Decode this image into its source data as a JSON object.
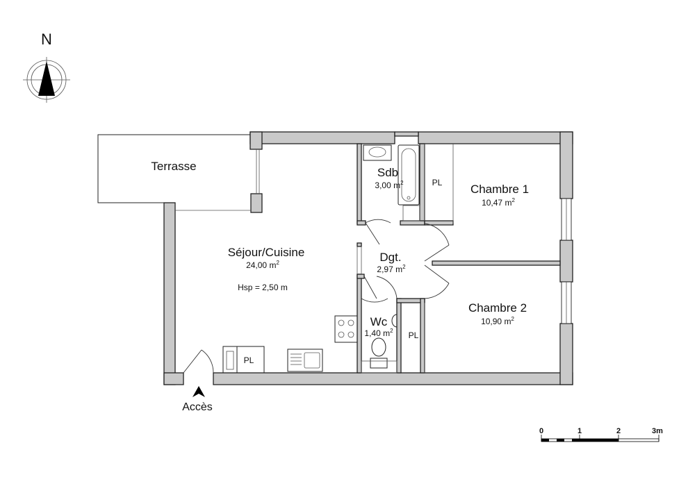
{
  "compass": {
    "north_label": "N"
  },
  "rooms": {
    "terrasse": {
      "name": "Terrasse"
    },
    "sejour": {
      "name": "Séjour/Cuisine",
      "area": "24,00",
      "unit": "m",
      "sup": "2",
      "height_note": "Hsp = 2,50 m"
    },
    "sdb": {
      "name": "Sdb",
      "area": "3,00",
      "unit": "m",
      "sup": "2"
    },
    "chambre1": {
      "name": "Chambre 1",
      "area": "10,47",
      "unit": "m",
      "sup": "2"
    },
    "chambre2": {
      "name": "Chambre 2",
      "area": "10,90",
      "unit": "m",
      "sup": "2"
    },
    "dgt": {
      "name": "Dgt.",
      "area": "2,97",
      "unit": "m",
      "sup": "2"
    },
    "wc": {
      "name": "Wc",
      "area": "1,40",
      "unit": "m",
      "sup": "2"
    }
  },
  "closets": {
    "sdb_pl": "PL",
    "sejour_pl": "PL",
    "wc_pl": "PL"
  },
  "entrance": {
    "label": "Accès"
  },
  "scale_bar": {
    "ticks": [
      "0",
      "1",
      "2",
      "3m"
    ]
  }
}
